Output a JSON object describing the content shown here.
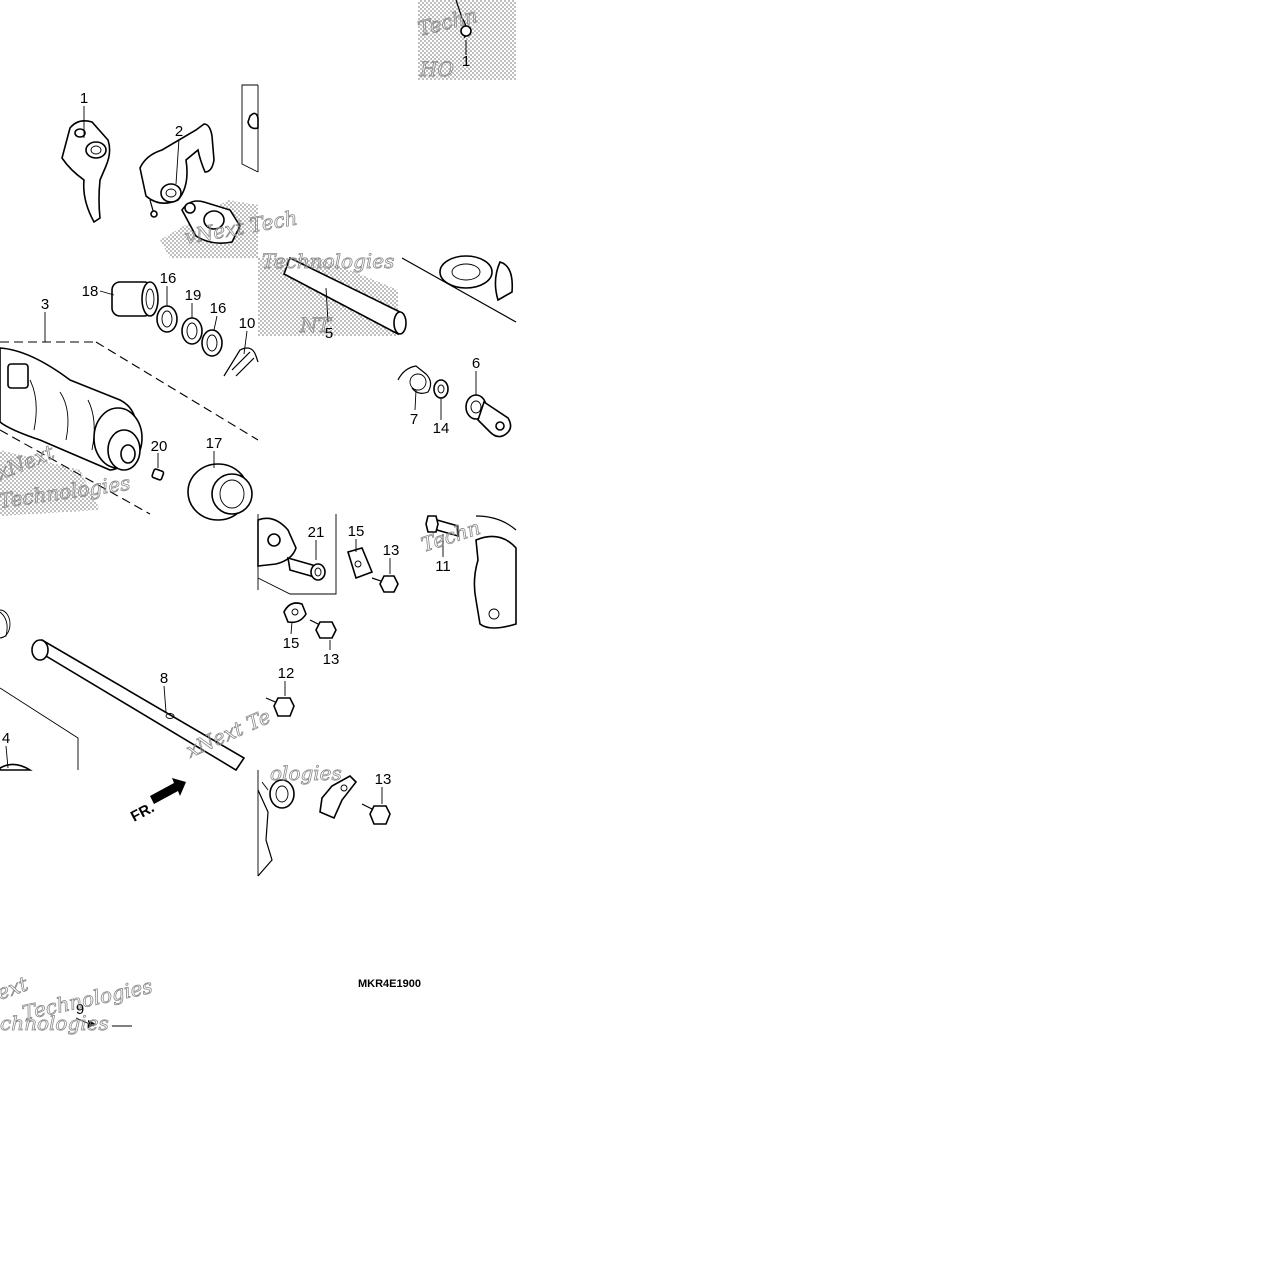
{
  "diagram": {
    "callouts": [
      "1",
      "1",
      "2",
      "3",
      "18",
      "16",
      "19",
      "16",
      "10",
      "5",
      "6",
      "7",
      "14",
      "20",
      "17",
      "21",
      "15",
      "13",
      "11",
      "15",
      "13",
      "12",
      "8",
      "4",
      "13",
      "9"
    ],
    "direction_label": "FR.",
    "part_code": "MKR4E1900",
    "watermark_lines": [
      "Techn",
      "HO",
      "vNext Tech",
      "Technologies",
      "NT",
      "xNext",
      "Technologies",
      "Techn",
      "xNext Te",
      "ologies",
      "ext",
      "Technologies",
      "chnologies"
    ],
    "colors": {
      "lines": "#000000",
      "screen": "#9a9a9a",
      "background": "#ffffff"
    }
  }
}
